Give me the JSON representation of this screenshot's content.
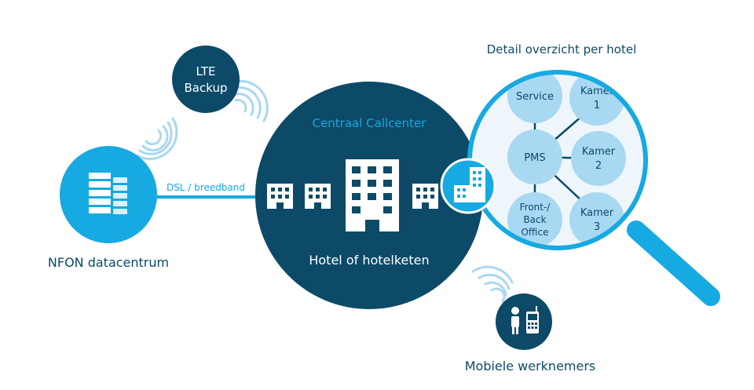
{
  "colors": {
    "navy": "#0c4a68",
    "cyan": "#17a9e1",
    "light_blue": "#a9d8f2",
    "lens_bg": "#eef6fb",
    "white": "#ffffff"
  },
  "lte": {
    "line1": "LTE",
    "line2": "Backup"
  },
  "datacenter": {
    "label": "NFON datacentrum",
    "icon": "server-rack-icon"
  },
  "link": {
    "label": "DSL / breedband"
  },
  "hotel": {
    "callcenter_label": "Centraal Callcenter",
    "label": "Hotel of hotelketen",
    "icon": "hotel-building-icon"
  },
  "detail": {
    "title": "Detail overzicht per hotel",
    "nodes": {
      "service": "Service",
      "pms": "PMS",
      "office_l1": "Front-/",
      "office_l2": "Back",
      "office_l3": "Office",
      "kamer1_l1": "Kamer",
      "kamer1_l2": "1",
      "kamer2_l1": "Kamer",
      "kamer2_l2": "2",
      "kamer3_l1": "Kamer",
      "kamer3_l2": "3"
    }
  },
  "mobile": {
    "label": "Mobiele werknemers",
    "icon": "person-phone-icon"
  }
}
